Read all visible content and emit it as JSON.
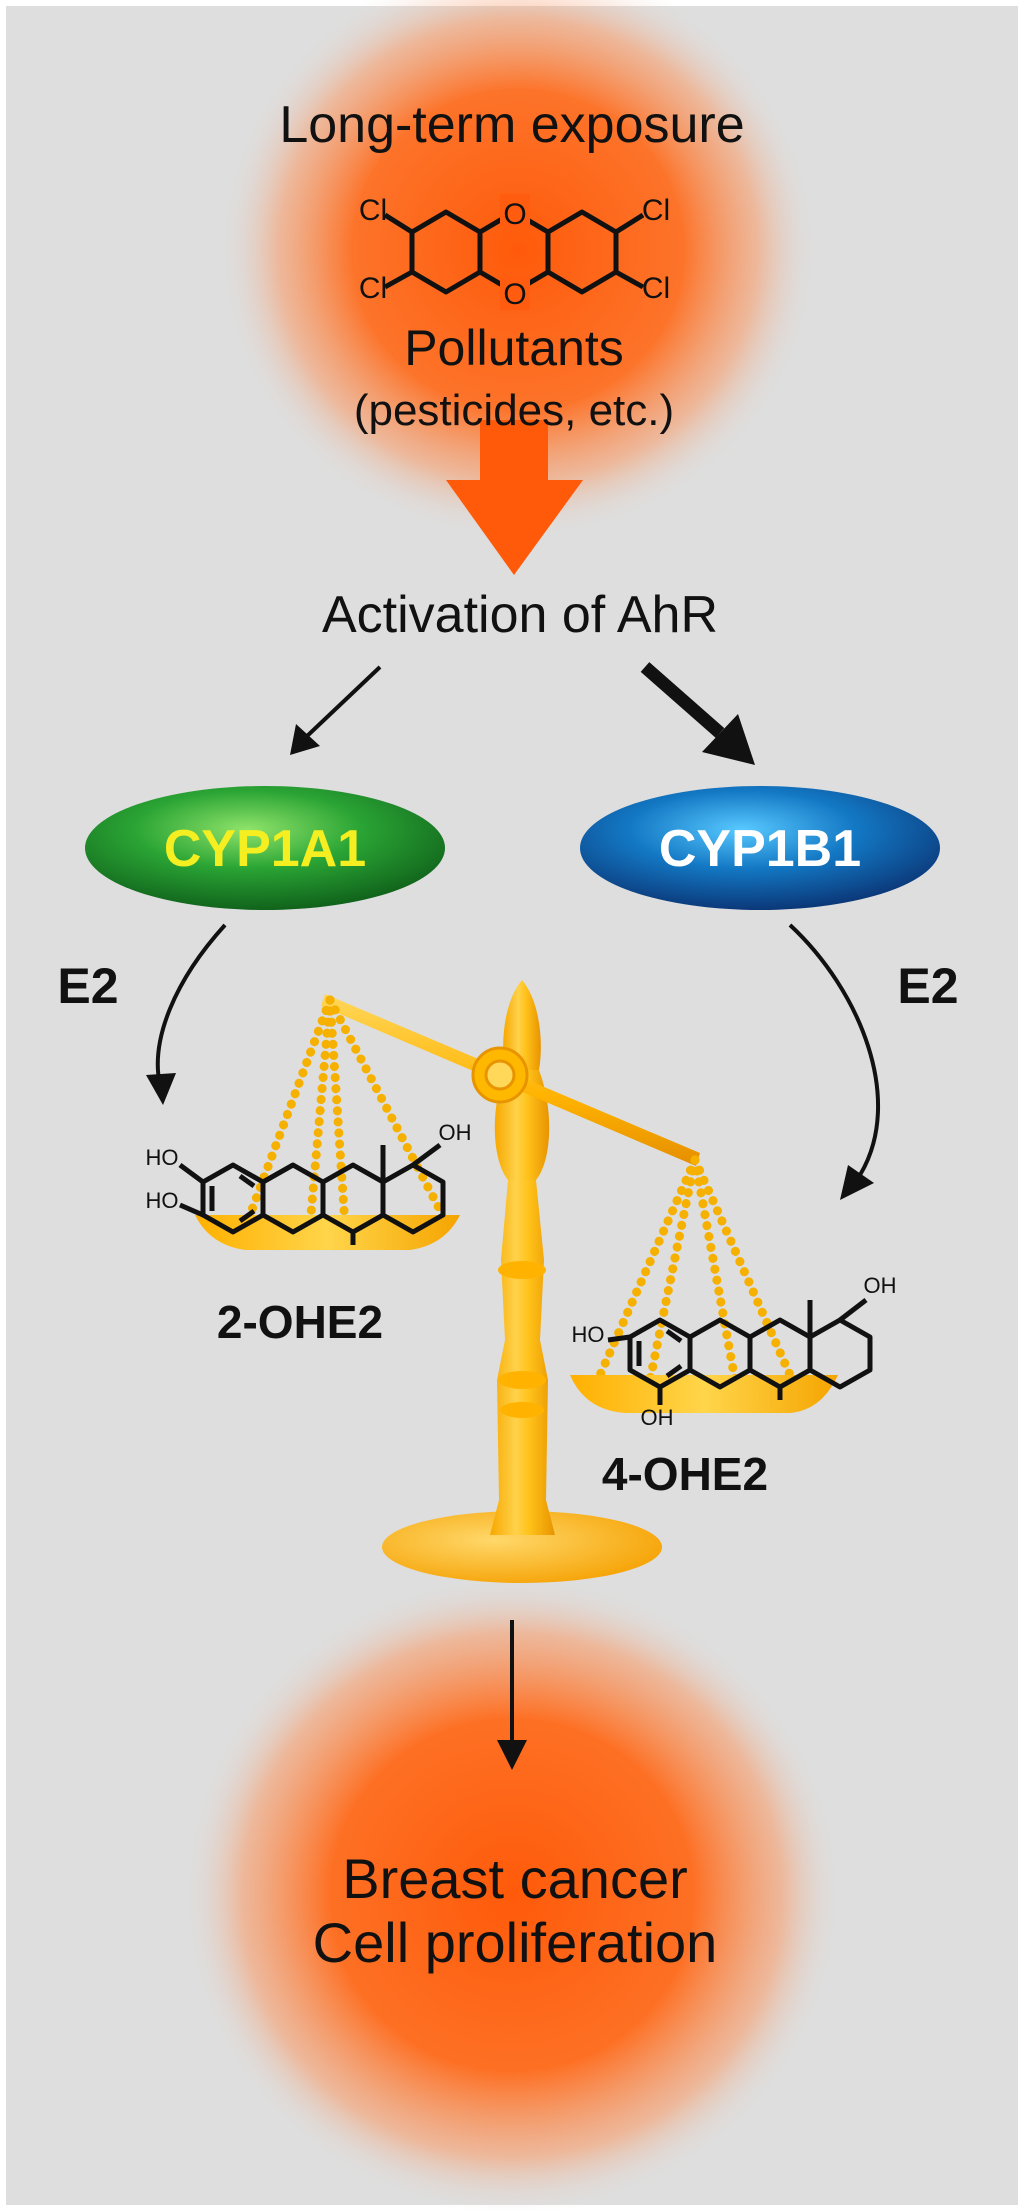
{
  "diagram": {
    "exposure": {
      "title": "Long-term exposure",
      "molecule_labels": {
        "cl_top_left": "Cl",
        "cl_bottom_left": "Cl",
        "cl_top_right": "Cl",
        "cl_bottom_right": "Cl",
        "o_top": "O",
        "o_bottom": "O"
      },
      "pollutants": "Pollutants",
      "examples": "(pesticides, etc.)"
    },
    "activation": "Activation of AhR",
    "enzymes": {
      "left": {
        "name": "CYP1A1",
        "text_color": "#f5ee20"
      },
      "right": {
        "name": "CYP1B1",
        "text_color": "#ffffff"
      }
    },
    "substrates": {
      "left": "E2",
      "right": "E2"
    },
    "metabolites": {
      "left": {
        "name": "2-OHE2",
        "oh_labels": [
          "HO",
          "HO",
          "OH"
        ]
      },
      "right": {
        "name": "4-OHE2",
        "oh_labels": [
          "HO",
          "OH",
          "OH"
        ]
      }
    },
    "outcome": {
      "line1": "Breast cancer",
      "line2": "Cell proliferation"
    },
    "colors": {
      "background": "#dedede",
      "glow": "#ff5a0a",
      "arrow_orange": "#ff5a0a",
      "balance_gold": "#ffb81a",
      "balance_light": "#ffd85a",
      "cyp1a1_green": "#1f9a2c",
      "cyp1b1_blue": "#1878c8"
    }
  }
}
